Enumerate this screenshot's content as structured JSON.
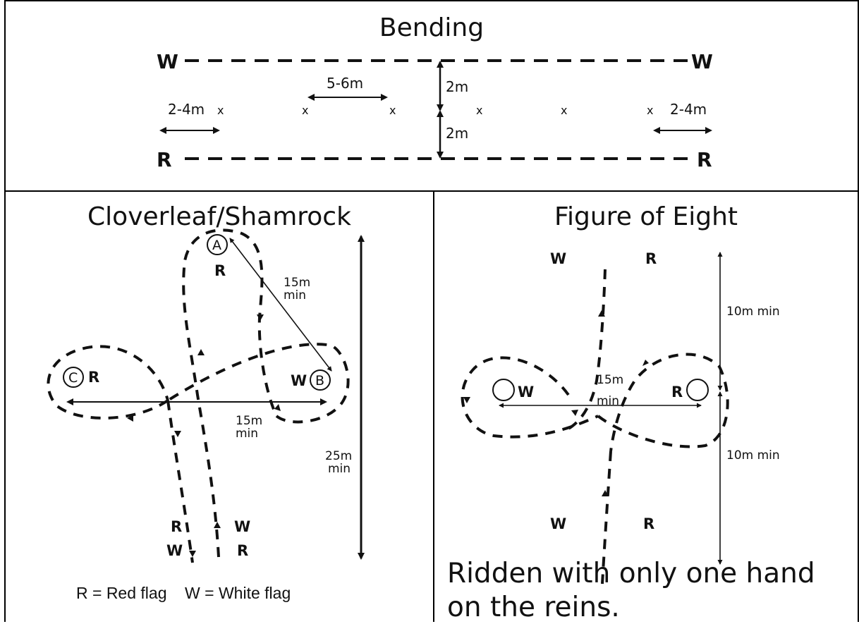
{
  "bending": {
    "title": "Bending",
    "label_w": "W",
    "label_r": "R",
    "dist_5_6": "5-6m",
    "dist_2": "2m",
    "dist_2_4": "2-4m",
    "pole_mark": "x"
  },
  "cloverleaf": {
    "title": "Cloverleaf/Shamrock",
    "marker_a": "A",
    "marker_b": "B",
    "marker_c": "C",
    "label_r": "R",
    "label_w": "W",
    "dist_15": "15m",
    "dist_min": "min",
    "dist_25": "25m",
    "legend": "R = Red flag    W = White flag"
  },
  "figure_eight": {
    "title": "Figure of Eight",
    "label_w": "W",
    "label_r": "R",
    "dist_10": "10m min",
    "dist_15": "15m",
    "dist_min": "min",
    "caption": "Ridden with only one hand on the reins."
  }
}
